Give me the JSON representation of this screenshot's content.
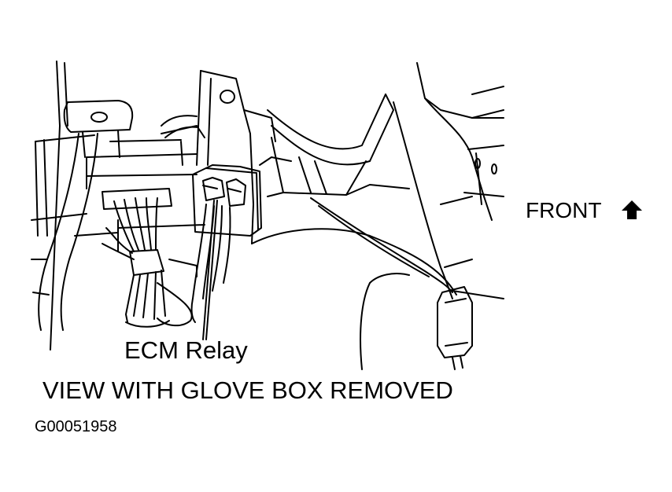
{
  "diagram": {
    "callout_label": "ECM Relay",
    "orientation_label": "FRONT",
    "caption": "VIEW WITH GLOVE BOX REMOVED",
    "figure_id": "G00051958",
    "icons": {
      "orientation": "arrow-up-icon"
    }
  }
}
